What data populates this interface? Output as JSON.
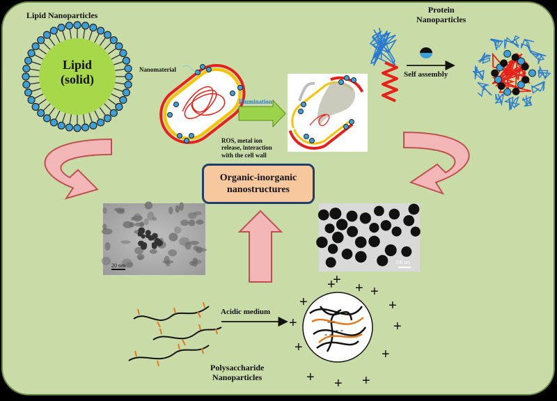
{
  "labels": {
    "lipid_np_title": "Lipid Nanoparticles",
    "lipid_core_line1": "Lipid",
    "lipid_core_line2": "(solid)",
    "nanomaterial": "Nanomaterial",
    "illumination": "Illumination",
    "ros_line1": "ROS, metal ion",
    "ros_line2": "release, interaction",
    "ros_line3": "with the cell wall",
    "protein_line1": "Protein",
    "protein_line2": "Nanoparticles",
    "self_assembly": "Self assembly",
    "center_line1": "Organic-inorganic",
    "center_line2": "nanostructures",
    "acidic_medium": "Acidic medium",
    "poly_line1": "Polysaccharide",
    "poly_line2": "Nanoparticles",
    "scale_left": "20 nm",
    "scale_right": "200 nm"
  },
  "colors": {
    "background_panel": "#c9dca7",
    "panel_border": "#6b8a4a",
    "arrow_fill": "#f4b7b7",
    "arrow_stroke": "#c05050",
    "lipid_head": "#3fa0d8",
    "bacterium_wall": "#e8201a",
    "bacterium_inner": "#f5c400",
    "illumination_arrow": "#9bd44a",
    "center_box": "#f7c79e"
  },
  "plus_count": 13
}
